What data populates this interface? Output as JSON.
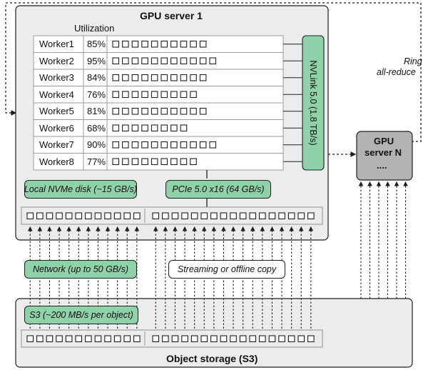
{
  "gpu_server_1": {
    "title": "GPU server 1",
    "utilization_header": "Utilization",
    "workers": [
      {
        "name": "Worker1",
        "util": "85%",
        "blocks": 10
      },
      {
        "name": "Worker2",
        "util": "95%",
        "blocks": 11
      },
      {
        "name": "Worker3",
        "util": "84%",
        "blocks": 10
      },
      {
        "name": "Worker4",
        "util": "76%",
        "blocks": 9
      },
      {
        "name": "Worker5",
        "util": "81%",
        "blocks": 10
      },
      {
        "name": "Worker6",
        "util": "68%",
        "blocks": 8
      },
      {
        "name": "Worker7",
        "util": "90%",
        "blocks": 11
      },
      {
        "name": "Worker8",
        "util": "77%",
        "blocks": 9
      }
    ],
    "nvlink_label": "NVLink 5.0 (1.8 TB/s)",
    "nvme_label": "Local NVMe disk (~15 GB/s)",
    "pcie_label": "PCIe 5.0 x16 (64 GB/s)"
  },
  "gpu_server_n": {
    "title_line1": "GPU",
    "title_line2": "server N",
    "ellipsis": "...."
  },
  "ring_label_line1": "Ring",
  "ring_label_line2": "all-reduce",
  "network_label": "Network (up to 50 GB/s)",
  "streaming_label": "Streaming or offline copy",
  "s3_label": "S3 (~200 MB/s per object)",
  "object_storage_title": "Object storage (S3)",
  "colors": {
    "box_fill": "#ececec",
    "server_n_fill": "#b3b3b3",
    "tag_green": "#8fd1a8",
    "stroke": "#1f1f1f"
  }
}
